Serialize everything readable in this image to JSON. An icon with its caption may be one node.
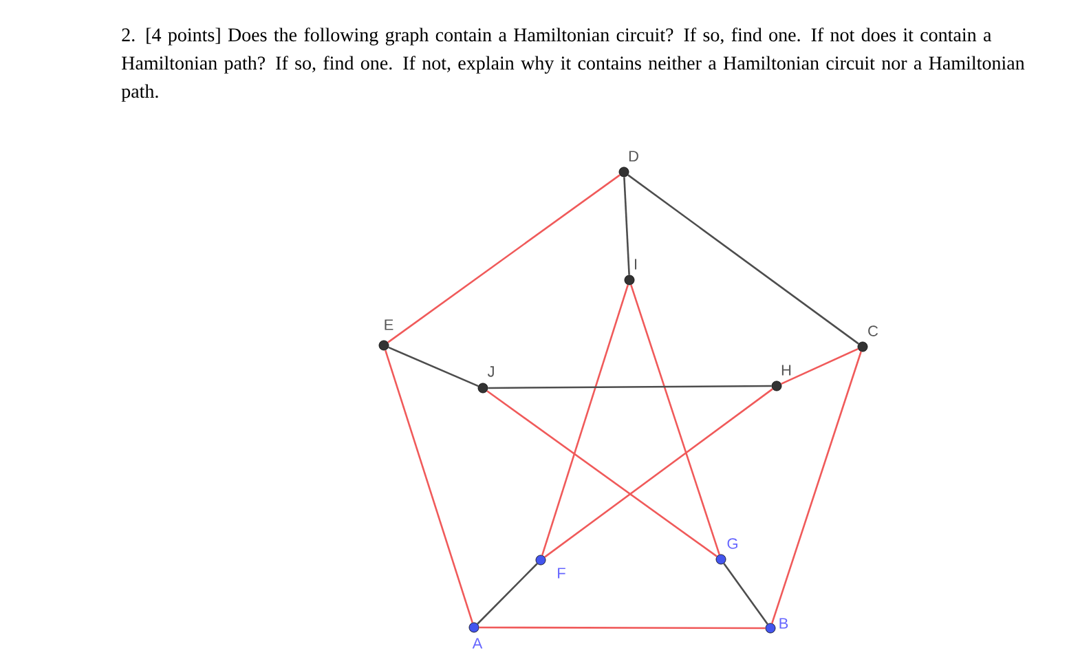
{
  "diagram": {
    "title": "2. [4 points] Does the following graph contain a Hamiltonian circuit? If so, find one. If not does it contain a Hamiltonian path? If so, find one. If not, explain why it contains neither a Hamiltonian circuit nor a Hamiltonian path.",
    "nodes": [
      {
        "text": [],
        "shape": "circle",
        "beside": [
          "D"
        ]
      },
      {
        "text": [],
        "shape": "circle",
        "beside": [
          "I"
        ]
      },
      {
        "text": [],
        "shape": "circle",
        "beside": [
          "E"
        ]
      },
      {
        "text": [],
        "shape": "circle",
        "beside": [
          "C"
        ]
      },
      {
        "text": [],
        "shape": "circle",
        "beside": [
          "J"
        ]
      },
      {
        "text": [],
        "shape": "circle",
        "beside": [
          "H"
        ]
      },
      {
        "text": [],
        "shape": "circle",
        "beside": [
          "G"
        ]
      },
      {
        "text": [],
        "shape": "circle",
        "beside": [
          "F"
        ]
      },
      {
        "text": [],
        "shape": "circle",
        "beside": [
          "B"
        ]
      },
      {
        "text": [],
        "shape": "circle",
        "beside": [
          "A"
        ]
      }
    ],
    "edges": [
      {
        "from": 0,
        "to": 2,
        "arrow": "none"
      },
      {
        "from": 2,
        "to": 9,
        "arrow": "none"
      },
      {
        "from": 9,
        "to": 8,
        "arrow": "none"
      },
      {
        "from": 8,
        "to": 3,
        "arrow": "none"
      },
      {
        "from": 3,
        "to": 5,
        "arrow": "none"
      },
      {
        "from": 5,
        "to": 7,
        "arrow": "none"
      },
      {
        "from": 7,
        "to": 1,
        "arrow": "none"
      },
      {
        "from": 1,
        "to": 6,
        "arrow": "none"
      },
      {
        "from": 6,
        "to": 4,
        "arrow": "none"
      },
      {
        "from": 0,
        "to": 1,
        "arrow": "none",
        "color": "#4d4d4d"
      },
      {
        "from": 0,
        "to": 3,
        "arrow": "none",
        "color": "#4d4d4d"
      },
      {
        "from": 2,
        "to": 4,
        "arrow": "none",
        "color": "#4d4d4d"
      },
      {
        "from": 4,
        "to": 5,
        "arrow": "none",
        "color": "#4d4d4d"
      },
      {
        "from": 7,
        "to": 9,
        "arrow": "none",
        "color": "#4d4d4d"
      },
      {
        "from": 6,
        "to": 8,
        "arrow": "none",
        "color": "#4d4d4d"
      }
    ]
  }
}
